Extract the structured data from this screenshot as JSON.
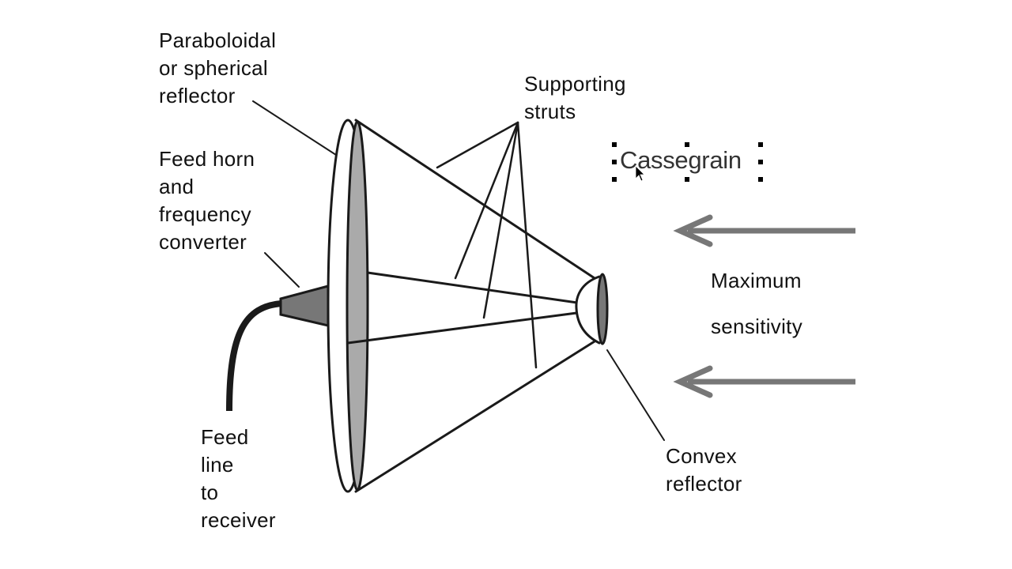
{
  "labels": {
    "reflector": "Paraboloidal\nor spherical\nreflector",
    "feed_horn": "Feed horn\nand\nfrequency\nconverter",
    "feed_line": "Feed\nline\nto\nreceiver",
    "struts": "Supporting\nstruts",
    "convex": "Convex\nreflector",
    "sensitivity": "Maximum\n\nsensitivity"
  },
  "selected_textbox": "Cassegrain",
  "colors": {
    "line": "#1a1a1a",
    "dish_fill": "#aaaaaa",
    "horn_fill": "#777777",
    "arrow": "#777777"
  }
}
